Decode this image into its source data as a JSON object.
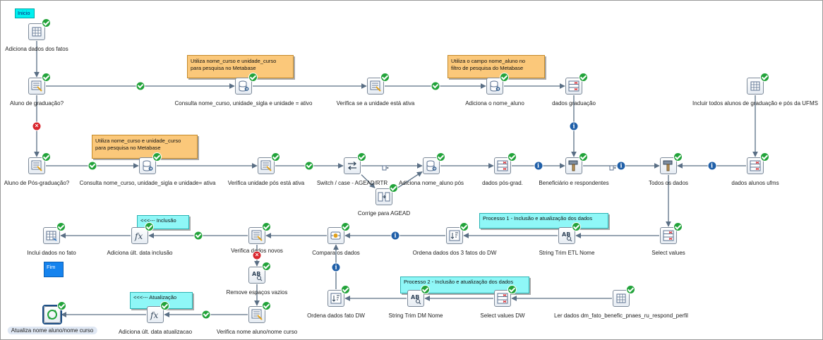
{
  "canvas": {
    "background": "#ffffff",
    "hop_color": "#5a6f85"
  },
  "notes": [
    {
      "id": "inicio",
      "text": "Inicio",
      "style": "start"
    },
    {
      "id": "fim",
      "text": "Fim",
      "style": "end"
    },
    {
      "id": "n1",
      "text": "Utiliza nome_curso e unidade_curso\npara pesquisa no Metabase",
      "style": "orange"
    },
    {
      "id": "n2",
      "text": "Utiliza o campo nome_aluno no\nfiltro de pesquisa do Metabase",
      "style": "orange"
    },
    {
      "id": "n3",
      "text": "Utiliza nome_curso e unidade_curso\npara pesquisa no Metabase",
      "style": "orange"
    },
    {
      "id": "n4",
      "text": "<<<--- Inclusão",
      "style": "cyan"
    },
    {
      "id": "n5",
      "text": "Processo 1 - Inclusão e atualização dos dados",
      "style": "cyan"
    },
    {
      "id": "n6",
      "text": "Processo 2 - Inclusão e atualização dos dados",
      "style": "cyan"
    },
    {
      "id": "n7",
      "text": "<<<--- Atualização",
      "style": "cyan"
    }
  ],
  "steps": [
    {
      "id": "s1",
      "label": "Adiciona dados dos fatos",
      "icon": "table-icon"
    },
    {
      "id": "s2",
      "label": "Aluno de graduação?",
      "icon": "filter-icon"
    },
    {
      "id": "s3",
      "label": "Consulta nome_curso, unidade_sigla e unidade = ativo",
      "icon": "database-lookup-icon"
    },
    {
      "id": "s4",
      "label": "Verifica se a unidade está ativa",
      "icon": "filter-icon"
    },
    {
      "id": "s5",
      "label": "Adiciona o nome_aluno",
      "icon": "database-lookup-icon"
    },
    {
      "id": "s6",
      "label": "dados graduação",
      "icon": "select-values-icon"
    },
    {
      "id": "s7",
      "label": "Incluir todos alunos de graduação e pós da UFMS",
      "icon": "table-icon"
    },
    {
      "id": "s8",
      "label": "Aluno de Pós-graduação?",
      "icon": "filter-icon"
    },
    {
      "id": "s9",
      "label": "Consulta nome_curso, unidade_sigla e unidade= ativa",
      "icon": "database-lookup-icon"
    },
    {
      "id": "s10",
      "label": "Verifica unidade pós está ativa",
      "icon": "filter-icon"
    },
    {
      "id": "s11",
      "label": "Switch / case - AGEAD/RTR",
      "icon": "switch-icon"
    },
    {
      "id": "s12",
      "label": "Adiciona nome_aluno pós",
      "icon": "database-lookup-icon"
    },
    {
      "id": "s13",
      "label": "dados pós-grad.",
      "icon": "select-values-icon"
    },
    {
      "id": "s14",
      "label": "Beneficiário e respondentes",
      "icon": "hammer-icon"
    },
    {
      "id": "s15",
      "label": "Todos os dados",
      "icon": "hammer-icon"
    },
    {
      "id": "s16",
      "label": "dados alunos ufms",
      "icon": "select-values-icon"
    },
    {
      "id": "s17",
      "label": "Corrige para AGEAD",
      "icon": "replace-icon"
    },
    {
      "id": "s18",
      "label": "Inclui dados no fato",
      "icon": "table-output-icon"
    },
    {
      "id": "s19",
      "label": "Adiciona últ. data inclusão",
      "icon": "formula-icon"
    },
    {
      "id": "s20",
      "label": "Verifica dados novos",
      "icon": "filter-icon"
    },
    {
      "id": "s21",
      "label": "Compara os dados",
      "icon": "merge-icon"
    },
    {
      "id": "s22",
      "label": "Ordena dados dos 3 fatos do DW",
      "icon": "sort-icon"
    },
    {
      "id": "s23",
      "label": "String Trim ETL Nome",
      "icon": "string-trim-icon"
    },
    {
      "id": "s24",
      "label": "Select values",
      "icon": "select-values-icon"
    },
    {
      "id": "s25",
      "label": "Remove espaços vazios",
      "icon": "string-trim-icon"
    },
    {
      "id": "s26",
      "label": "Ordena dados fato DW",
      "icon": "sort-icon"
    },
    {
      "id": "s27",
      "label": "String Trim DM Nome",
      "icon": "string-trim-icon"
    },
    {
      "id": "s28",
      "label": "Select values DW",
      "icon": "select-values-icon"
    },
    {
      "id": "s29",
      "label": "Ler dados dm_fato_benefic_pnaes_ru_respond_perfil",
      "icon": "table-icon"
    },
    {
      "id": "s30",
      "label": "Atualiza nome aluno/nome curso",
      "icon": "sync-icon"
    },
    {
      "id": "s31",
      "label": "Adiciona últ. data atualizacao",
      "icon": "formula-icon"
    },
    {
      "id": "s32",
      "label": "Verifica nome aluno/nome curso",
      "icon": "filter-icon"
    }
  ],
  "hops": [
    {
      "from": "s1",
      "to": "s2",
      "status": "none"
    },
    {
      "from": "s2",
      "to": "s3",
      "status": "ok"
    },
    {
      "from": "s3",
      "to": "s4",
      "status": "none"
    },
    {
      "from": "s4",
      "to": "s5",
      "status": "ok"
    },
    {
      "from": "s5",
      "to": "s6",
      "status": "none"
    },
    {
      "from": "s2",
      "to": "s8",
      "status": "error"
    },
    {
      "from": "s8",
      "to": "s9",
      "status": "ok"
    },
    {
      "from": "s9",
      "to": "s10",
      "status": "none"
    },
    {
      "from": "s10",
      "to": "s11",
      "status": "ok"
    },
    {
      "from": "s11",
      "to": "s12",
      "status": "none"
    },
    {
      "from": "s11",
      "to": "s17",
      "status": "none"
    },
    {
      "from": "s17",
      "to": "s12",
      "status": "none"
    },
    {
      "from": "s12",
      "to": "s13",
      "status": "none"
    },
    {
      "from": "s13",
      "to": "s14",
      "status": "info"
    },
    {
      "from": "s6",
      "to": "s14",
      "status": "info"
    },
    {
      "from": "s14",
      "to": "s15",
      "status": "info"
    },
    {
      "from": "s7",
      "to": "s16",
      "status": "none"
    },
    {
      "from": "s16",
      "to": "s15",
      "status": "info"
    },
    {
      "from": "s15",
      "to": "s24",
      "status": "none"
    },
    {
      "from": "s24",
      "to": "s23",
      "status": "none"
    },
    {
      "from": "s23",
      "to": "s22",
      "status": "none"
    },
    {
      "from": "s22",
      "to": "s21",
      "status": "info"
    },
    {
      "from": "s21",
      "to": "s20",
      "status": "none"
    },
    {
      "from": "s20",
      "to": "s19",
      "status": "ok"
    },
    {
      "from": "s19",
      "to": "s18",
      "status": "none"
    },
    {
      "from": "s20",
      "to": "s25",
      "status": "error"
    },
    {
      "from": "s25",
      "to": "s32",
      "status": "none"
    },
    {
      "from": "s32",
      "to": "s31",
      "status": "ok"
    },
    {
      "from": "s31",
      "to": "s30",
      "status": "none"
    },
    {
      "from": "s29",
      "to": "s28",
      "status": "none"
    },
    {
      "from": "s28",
      "to": "s27",
      "status": "none"
    },
    {
      "from": "s27",
      "to": "s26",
      "status": "none"
    },
    {
      "from": "s26",
      "to": "s21",
      "status": "info"
    }
  ]
}
